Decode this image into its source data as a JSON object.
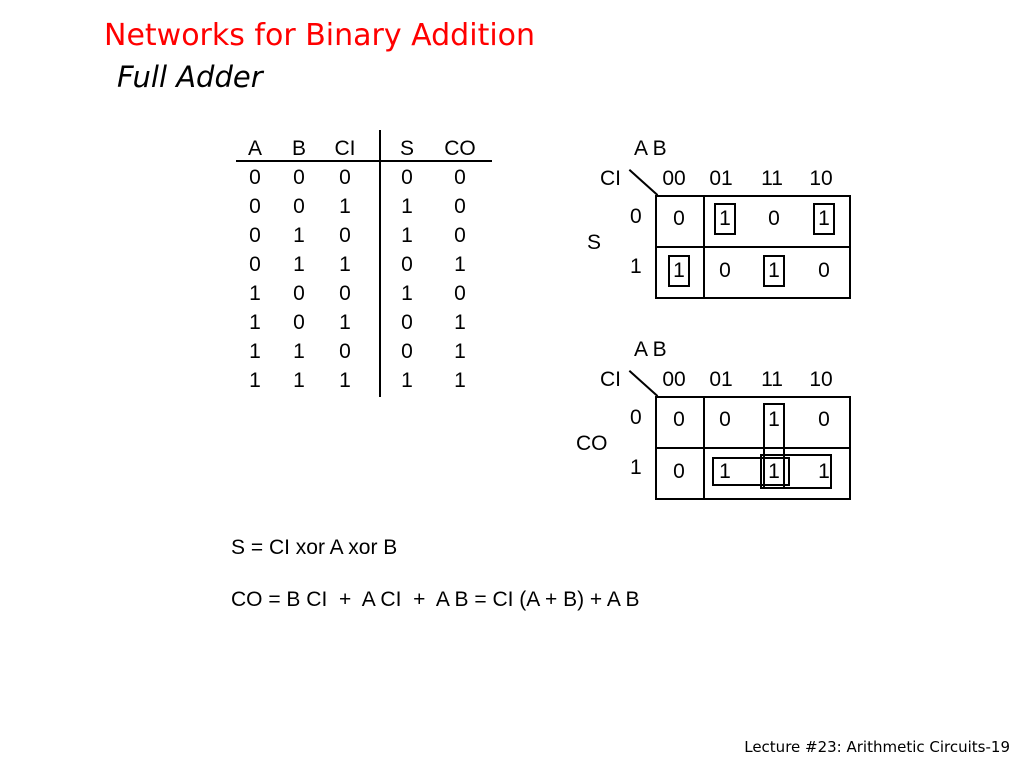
{
  "title": "Networks for Binary Addition",
  "subtitle": "Full Adder",
  "truth_table": {
    "inputs": [
      "A",
      "B",
      "CI"
    ],
    "outputs": [
      "S",
      "CO"
    ],
    "rows": [
      [
        "0",
        "0",
        "0",
        "0",
        "0"
      ],
      [
        "0",
        "0",
        "1",
        "1",
        "0"
      ],
      [
        "0",
        "1",
        "0",
        "1",
        "0"
      ],
      [
        "0",
        "1",
        "1",
        "0",
        "1"
      ],
      [
        "1",
        "0",
        "0",
        "1",
        "0"
      ],
      [
        "1",
        "0",
        "1",
        "0",
        "1"
      ],
      [
        "1",
        "1",
        "0",
        "0",
        "1"
      ],
      [
        "1",
        "1",
        "1",
        "1",
        "1"
      ]
    ]
  },
  "kmaps": [
    {
      "output": "S",
      "ab_label": "A B",
      "ci_label": "CI",
      "col_labels": [
        "00",
        "01",
        "11",
        "10"
      ],
      "row_labels": [
        "0",
        "1"
      ],
      "cells": [
        [
          "0",
          "1",
          "0",
          "1"
        ],
        [
          "1",
          "0",
          "1",
          "0"
        ]
      ],
      "boxed": [
        [
          false,
          true,
          false,
          true
        ],
        [
          true,
          false,
          true,
          false
        ]
      ]
    },
    {
      "output": "CO",
      "ab_label": "A B",
      "ci_label": "CI",
      "col_labels": [
        "00",
        "01",
        "11",
        "10"
      ],
      "row_labels": [
        "0",
        "1"
      ],
      "cells": [
        [
          "0",
          "0",
          "1",
          "0"
        ],
        [
          "0",
          "1",
          "1",
          "1"
        ]
      ],
      "groups": [
        "column 11",
        "row 1 columns 01-11",
        "row 1 columns 11-10"
      ]
    }
  ],
  "equations": {
    "s": "S = CI xor A xor B",
    "co": "CO = B CI  +  A CI  +  A B = CI (A + B) + A B"
  },
  "footer": "Lecture #23: Arithmetic Circuits-19"
}
